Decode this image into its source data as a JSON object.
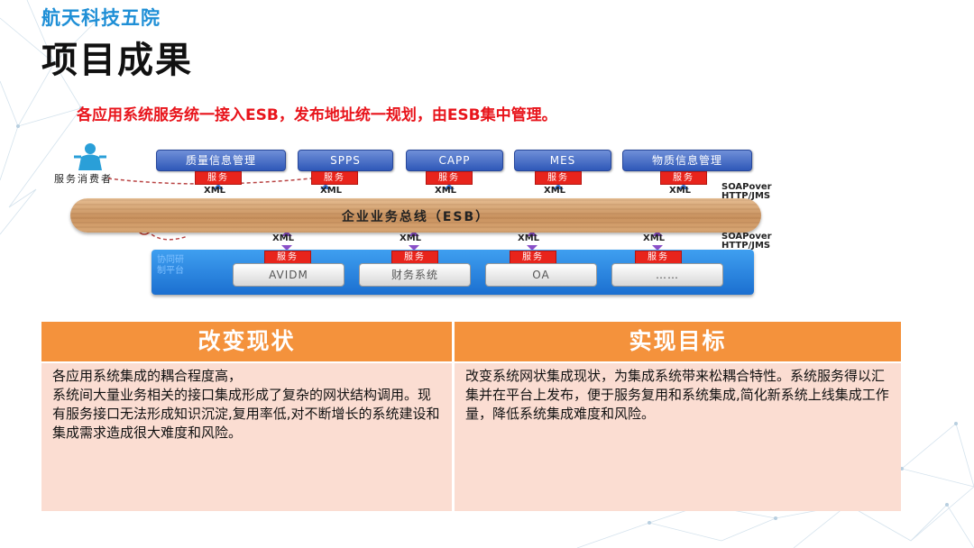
{
  "header": {
    "org": "航天科技五院",
    "title": "项目成果"
  },
  "subtitle": "各应用系统服务统一接入ESB，发布地址统一规划，由ESB集中管理。",
  "diagram": {
    "consumer_label": "服务消费者",
    "top_systems": [
      "质量信息管理",
      "SPPS",
      "CAPP",
      "MES",
      "物质信息管理"
    ],
    "service_label": "服务",
    "xml_label": "XML",
    "soap_labels": [
      "SOAPover",
      "HTTP/JMS"
    ],
    "esb_label": "企业业务总线（ESB）",
    "platform_label": "协同研制平台",
    "bottom_systems": [
      "AVIDM",
      "财务系统",
      "OA",
      "……"
    ]
  },
  "table": {
    "headers": [
      "改变现状",
      "实现目标"
    ],
    "cells": [
      "各应用系统集成的耦合程度高，\n系统间大量业务相关的接口集成形成了复杂的网状结构调用。现有服务接口无法形成知识沉淀,复用率低,对不断增长的系统建设和集成需求造成很大难度和风险。",
      "改变系统网状集成现状，为集成系统带来松耦合特性。系统服务得以汇集并在平台上发布，便于服务复用和系统集成,简化新系统上线集成工作量，降低系统集成难度和风险。"
    ]
  },
  "colors": {
    "org": "#1f8fd6",
    "subtitle": "#e8141b",
    "table_header": "#f4923c",
    "table_cell": "#fbddd2",
    "service_tag": "#e8241c",
    "platform": "#1b6fd0"
  }
}
